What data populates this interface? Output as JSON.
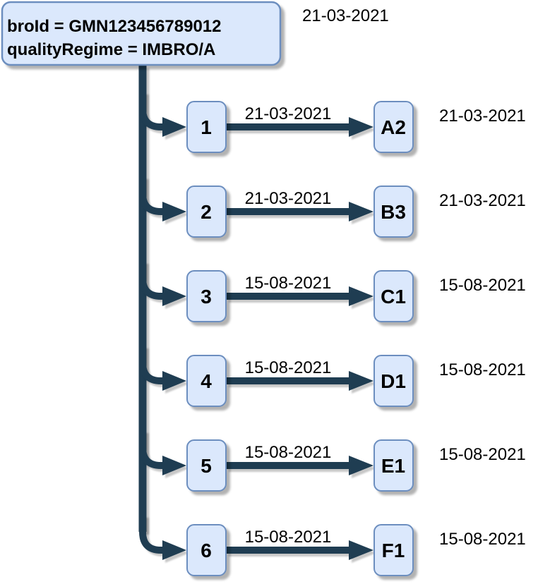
{
  "root": {
    "line1": "broId = GMN123456789012",
    "line2": "qualityRegime = IMBRO/A",
    "date": "21-03-2021"
  },
  "colors": {
    "node_fill": "#dbe8fc",
    "node_border": "#6c8ebf",
    "edge": "#1f3d52",
    "text": "#000000",
    "bg": "#ffffff"
  },
  "rows": [
    {
      "source": "1",
      "edge_date": "21-03-2021",
      "target": "A2",
      "right_date": "21-03-2021"
    },
    {
      "source": "2",
      "edge_date": "21-03-2021",
      "target": "B3",
      "right_date": "21-03-2021"
    },
    {
      "source": "3",
      "edge_date": "15-08-2021",
      "target": "C1",
      "right_date": "15-08-2021"
    },
    {
      "source": "4",
      "edge_date": "15-08-2021",
      "target": "D1",
      "right_date": "15-08-2021"
    },
    {
      "source": "5",
      "edge_date": "15-08-2021",
      "target": "E1",
      "right_date": "15-08-2021"
    },
    {
      "source": "6",
      "edge_date": "15-08-2021",
      "target": "F1",
      "right_date": "15-08-2021"
    }
  ]
}
